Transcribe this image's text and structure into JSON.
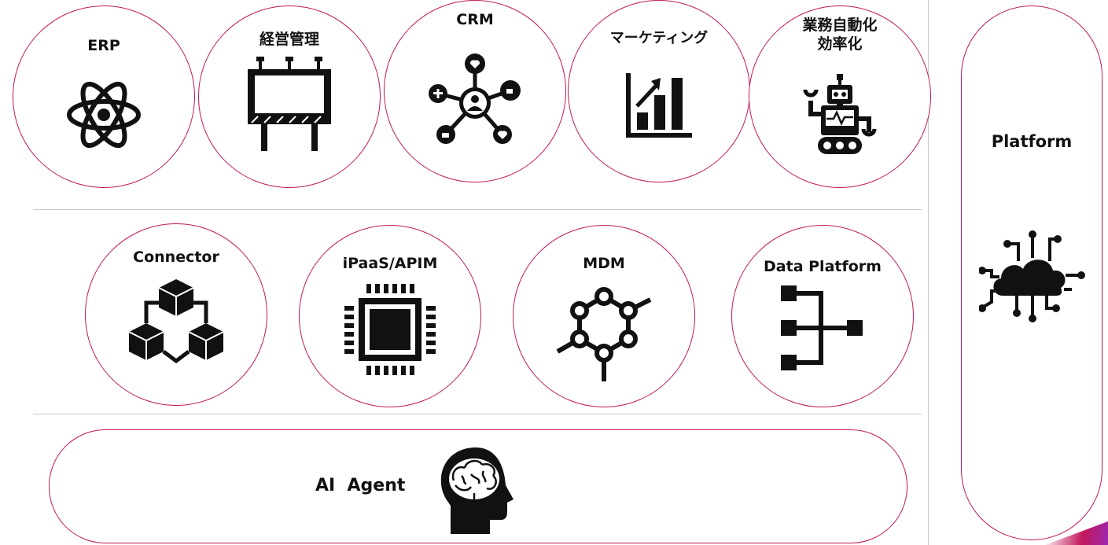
{
  "top_row": [
    {
      "key": "erp",
      "label": "ERP",
      "icon": "atom-icon"
    },
    {
      "key": "management",
      "label": "経営管理",
      "icon": "billboard-icon"
    },
    {
      "key": "crm",
      "label": "CRM",
      "icon": "social-network-icon"
    },
    {
      "key": "marketing",
      "label": "マーケティング",
      "icon": "growth-chart-icon"
    },
    {
      "key": "automation",
      "label": "業務自動化\n効率化",
      "icon": "robot-icon"
    }
  ],
  "middle_row": [
    {
      "key": "connector",
      "label": "Connector",
      "icon": "connected-cubes-icon"
    },
    {
      "key": "ipaas",
      "label": "iPaaS/APIM",
      "icon": "chip-icon"
    },
    {
      "key": "mdm",
      "label": "MDM",
      "icon": "hexagon-network-icon"
    },
    {
      "key": "data-platform",
      "label": "Data Platform",
      "icon": "hierarchy-icon"
    }
  ],
  "ai_agent": {
    "label": "AI  Agent",
    "icon": "brain-head-icon"
  },
  "platform": {
    "label": "Platform",
    "icon": "cloud-network-icon"
  },
  "colors": {
    "accent": "#c2185b",
    "divider": "#c8c8c8",
    "icon": "#111111"
  }
}
